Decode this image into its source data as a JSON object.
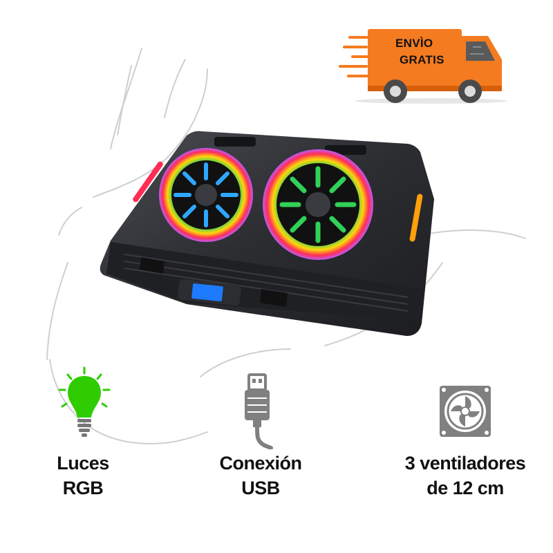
{
  "shipping": {
    "line1": "ENVÌO",
    "line2": "GRATIS",
    "colors": {
      "body": "#f47b20",
      "cab_window": "#5a5a5a",
      "wheel": "#4a4a4a"
    }
  },
  "product": {
    "icon": "laptop-cooling-pad",
    "colors": {
      "frame": "#2b2d31",
      "rgb_ring": [
        "#ff2d55",
        "#ff9f0a",
        "#ffd60a",
        "#30d158",
        "#0a84ff",
        "#bf5af2"
      ]
    }
  },
  "features": [
    {
      "icon": "lightbulb-icon",
      "line1": "Luces",
      "line2": "RGB",
      "color": "#2ecc00"
    },
    {
      "icon": "usb-cable-icon",
      "line1": "Conexión",
      "line2": "USB",
      "color": "#808080"
    },
    {
      "icon": "fan-icon",
      "line1": "3 ventiladores",
      "line2": "de 12 cm",
      "color": "#808080"
    }
  ]
}
